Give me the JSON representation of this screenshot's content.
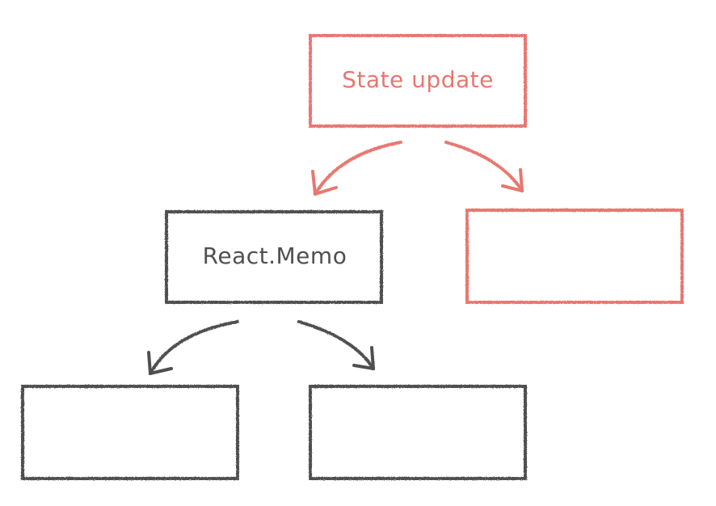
{
  "colors": {
    "accent": "#e8776f",
    "ink": "#4f4f4f",
    "background": "#ffffff"
  },
  "nodes": {
    "root": {
      "label": "State update",
      "highlighted": true
    },
    "memo": {
      "label": "React.Memo",
      "highlighted": false
    },
    "right_child": {
      "label": "",
      "highlighted": true
    },
    "bottom_left": {
      "label": "",
      "highlighted": false
    },
    "bottom_right": {
      "label": "",
      "highlighted": false
    }
  },
  "edges": [
    {
      "from": "root",
      "to": "memo",
      "highlighted": true
    },
    {
      "from": "root",
      "to": "right_child",
      "highlighted": true
    },
    {
      "from": "memo",
      "to": "bottom_left",
      "highlighted": false
    },
    {
      "from": "memo",
      "to": "bottom_right",
      "highlighted": false
    }
  ]
}
